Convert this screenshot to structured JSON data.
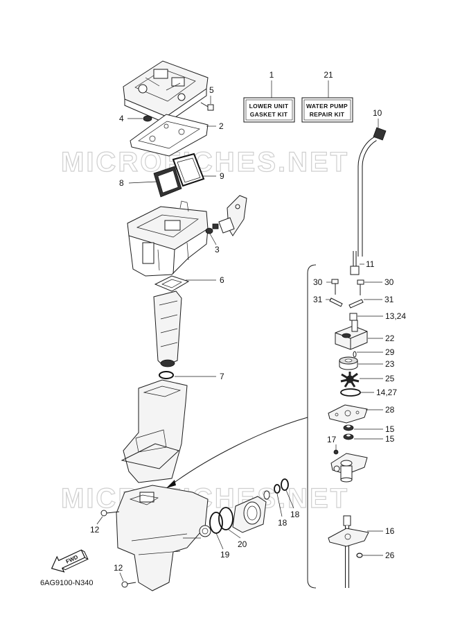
{
  "diagram": {
    "code": "6AG9100-N340",
    "watermark": "MICROFICHES.NET",
    "fwd_label": "FWD",
    "kits": [
      {
        "callout": "1",
        "line1": "LOWER UNIT",
        "line2": "GASKET KIT"
      },
      {
        "callout": "21",
        "line1": "WATER PUMP",
        "line2": "REPAIR KIT"
      }
    ],
    "callouts": {
      "c2": "2",
      "c3": "3",
      "c4": "4",
      "c5": "5",
      "c6": "6",
      "c7": "7",
      "c8": "8",
      "c9": "9",
      "c10": "10",
      "c11": "11",
      "c12a": "12",
      "c12b": "12",
      "c13": "13,24",
      "c14": "14,27",
      "c15a": "15",
      "c15b": "15",
      "c16": "16",
      "c17": "17",
      "c18a": "18",
      "c18b": "18",
      "c19": "19",
      "c20": "20",
      "c22": "22",
      "c23": "23",
      "c25": "25",
      "c26": "26",
      "c28": "28",
      "c29": "29",
      "c30a": "30",
      "c30b": "30",
      "c31a": "31",
      "c31b": "31"
    }
  }
}
